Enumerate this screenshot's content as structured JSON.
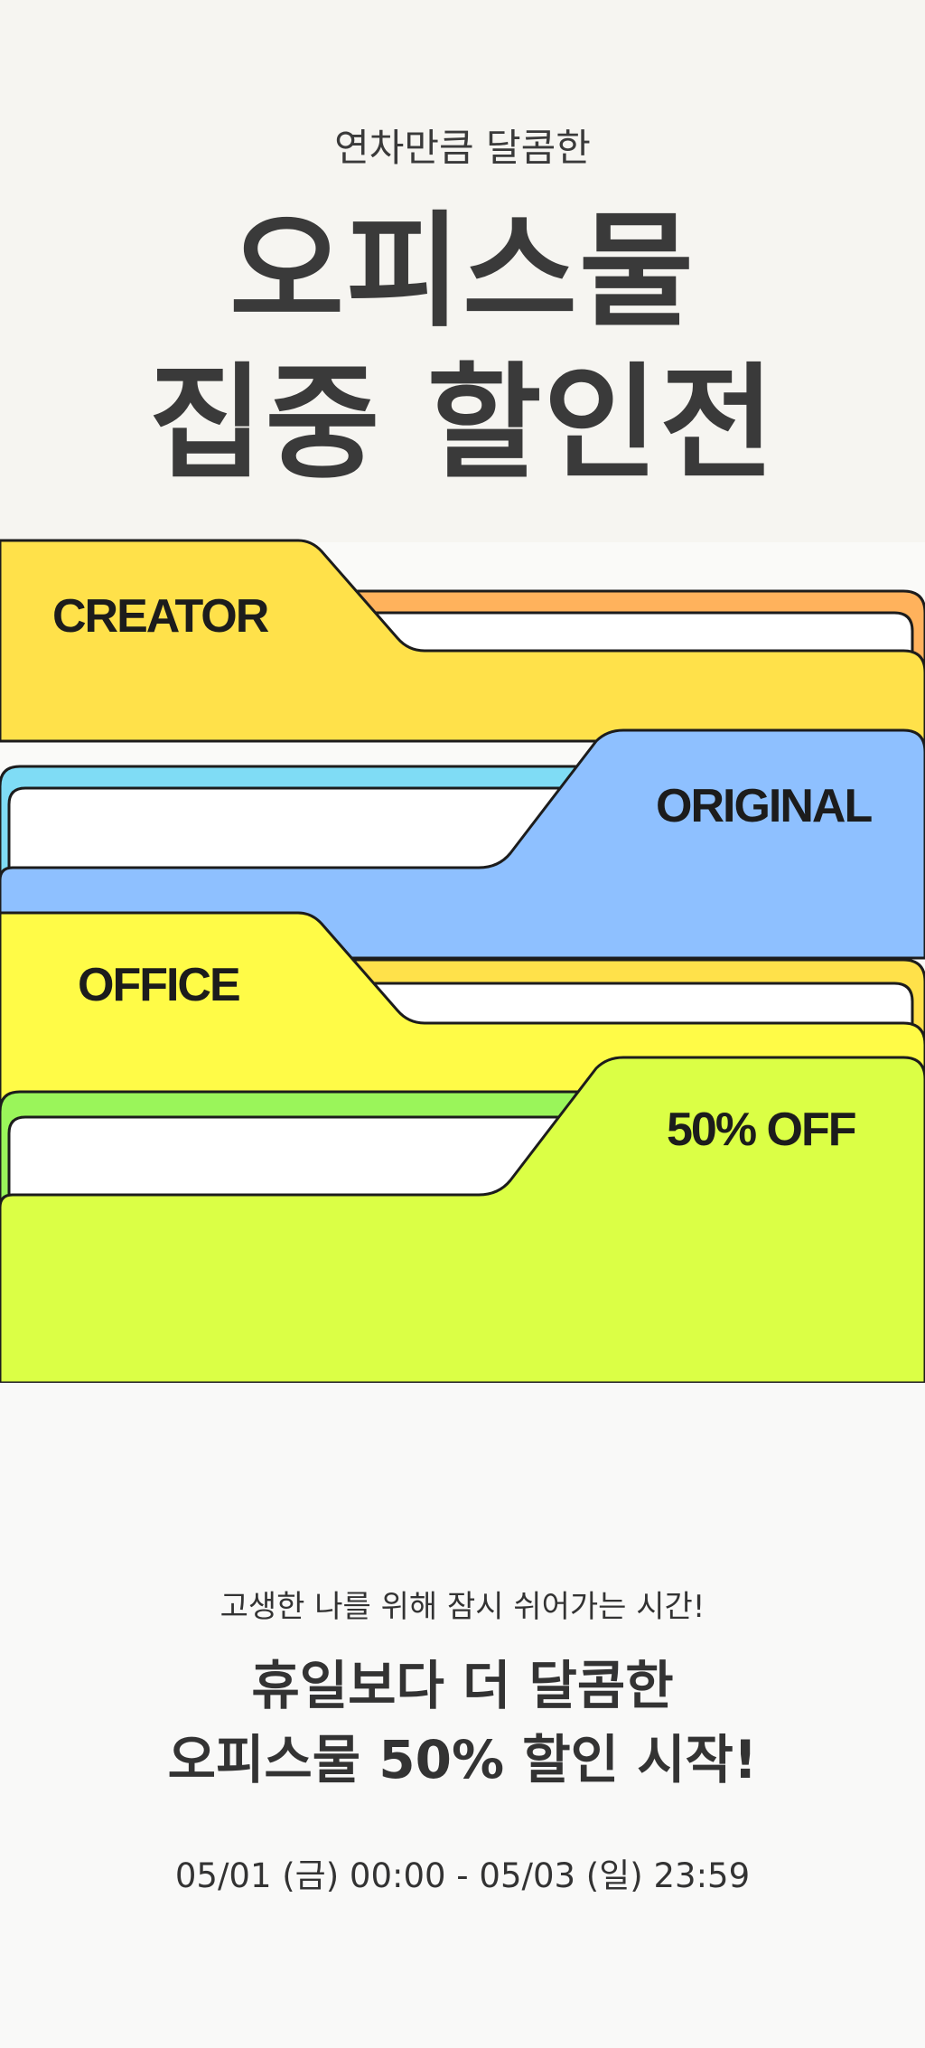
{
  "header": {
    "subtitle": "연차만큼 달콤한",
    "title_line1": "오피스물",
    "title_line2": "집중 할인전"
  },
  "folders": [
    {
      "label": "CREATOR",
      "color": "#ffe14a",
      "back_color": "#ffb25c"
    },
    {
      "label": "ORIGINAL",
      "color": "#8ec0ff",
      "back_color": "#7fdcf5"
    },
    {
      "label": "OFFICE",
      "color": "#fffb47",
      "back_color": "#ffe14a"
    },
    {
      "label": "50% OFF",
      "color": "#dbff45",
      "back_color": "#9af55a"
    }
  ],
  "footer": {
    "tagline": "고생한 나를 위해 잠시 쉬어가는 시간!",
    "headline_line1": "휴일보다 더 달콤한",
    "headline_line2": "오피스물 50% 할인 시작!",
    "date_range": "05/01 (금) 00:00 - 05/03 (일) 23:59"
  },
  "colors": {
    "background": "#f6f5f1",
    "text": "#3a3a3a",
    "outline": "#1c1c1c"
  }
}
